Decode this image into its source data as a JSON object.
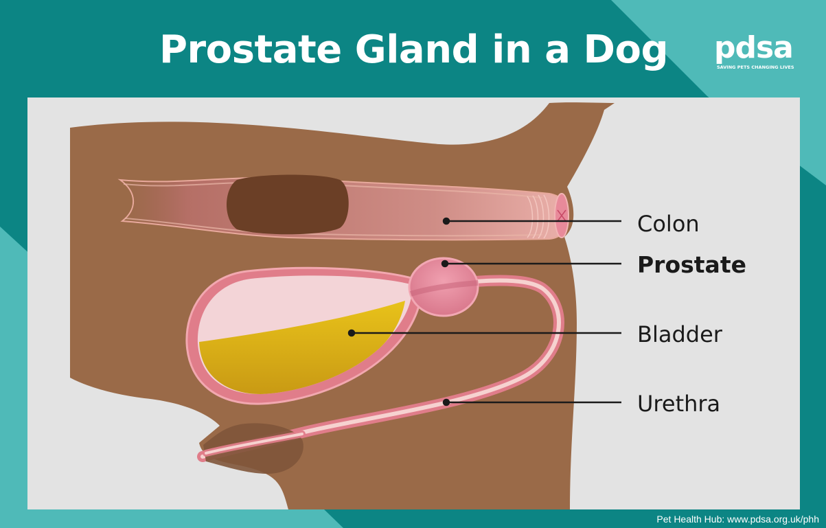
{
  "title": "Prostate Gland in a Dog",
  "logo": {
    "word": "pdsa",
    "tagline": "SAVING PETS CHANGING LIVES"
  },
  "labels": {
    "colon": "Colon",
    "prostate": "Prostate",
    "bladder": "Bladder",
    "urethra": "Urethra"
  },
  "footer": "Pet Health Hub: www.pdsa.org.uk/phh",
  "colors": {
    "teal_dark": "#0c8584",
    "teal_light": "#4fbab8",
    "panel_grey": "#e3e3e3",
    "dog_brown": "#9a6a48",
    "colon_pink": "#c8837c",
    "prostate_pink": "#e58ea0",
    "urine_yellow": "#e0b414",
    "urethra_pink": "#e07d8a"
  }
}
